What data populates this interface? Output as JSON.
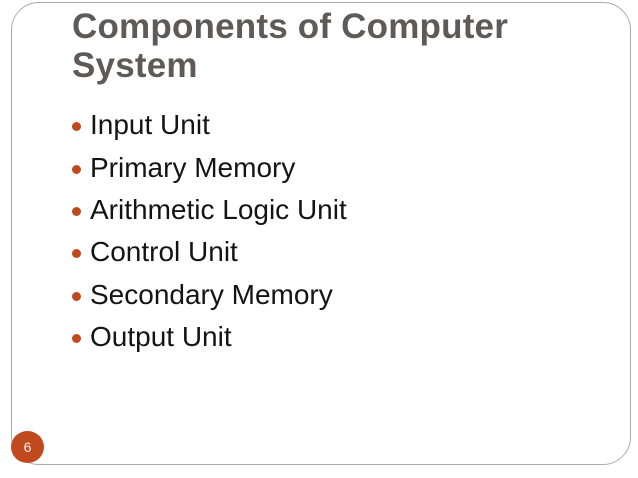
{
  "slide": {
    "title": "Components of Computer System",
    "bullets": [
      "Input Unit",
      "Primary Memory",
      "Arithmetic Logic Unit",
      "Control Unit",
      "Secondary Memory",
      "Output Unit"
    ],
    "page_number": "6",
    "icons": {
      "bullet": "filled-circle"
    },
    "colors": {
      "accent": "#c04a1e",
      "title_text": "#5f5a56",
      "body_text": "#141414",
      "frame_border": "#ababab",
      "badge_text": "#f7efe9"
    }
  }
}
